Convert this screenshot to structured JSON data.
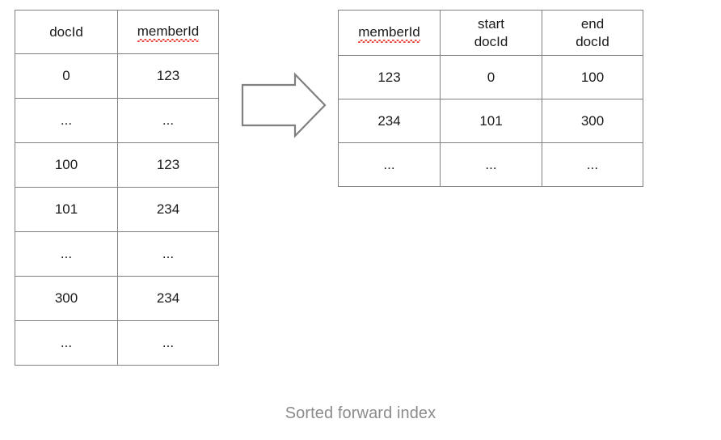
{
  "caption": "Sorted forward index",
  "colors": {
    "border": "#808080",
    "text": "#1a1a1a",
    "caption": "#8b8b8b",
    "spellcheck_underline": "#e8453c",
    "background": "#ffffff"
  },
  "arrow": {
    "icon": "right-block-arrow-icon",
    "direction": "right",
    "stroke": "#808080",
    "fill": "#ffffff"
  },
  "forward_index_table": {
    "name": "forward index",
    "headers": [
      "docId",
      "memberId"
    ],
    "header_spellcheck": [
      false,
      true
    ],
    "rows": [
      [
        "0",
        "123"
      ],
      [
        "...",
        "..."
      ],
      [
        "100",
        "123"
      ],
      [
        "101",
        "234"
      ],
      [
        "...",
        "..."
      ],
      [
        "300",
        "234"
      ],
      [
        "...",
        "..."
      ]
    ]
  },
  "member_range_table": {
    "name": "sorted member ranges",
    "headers": [
      "memberId",
      "start\ndocId",
      "end\ndocId"
    ],
    "header_spellcheck": [
      true,
      false,
      false
    ],
    "rows": [
      [
        "123",
        "0",
        "100"
      ],
      [
        "234",
        "101",
        "300"
      ],
      [
        "...",
        "...",
        "..."
      ]
    ]
  }
}
